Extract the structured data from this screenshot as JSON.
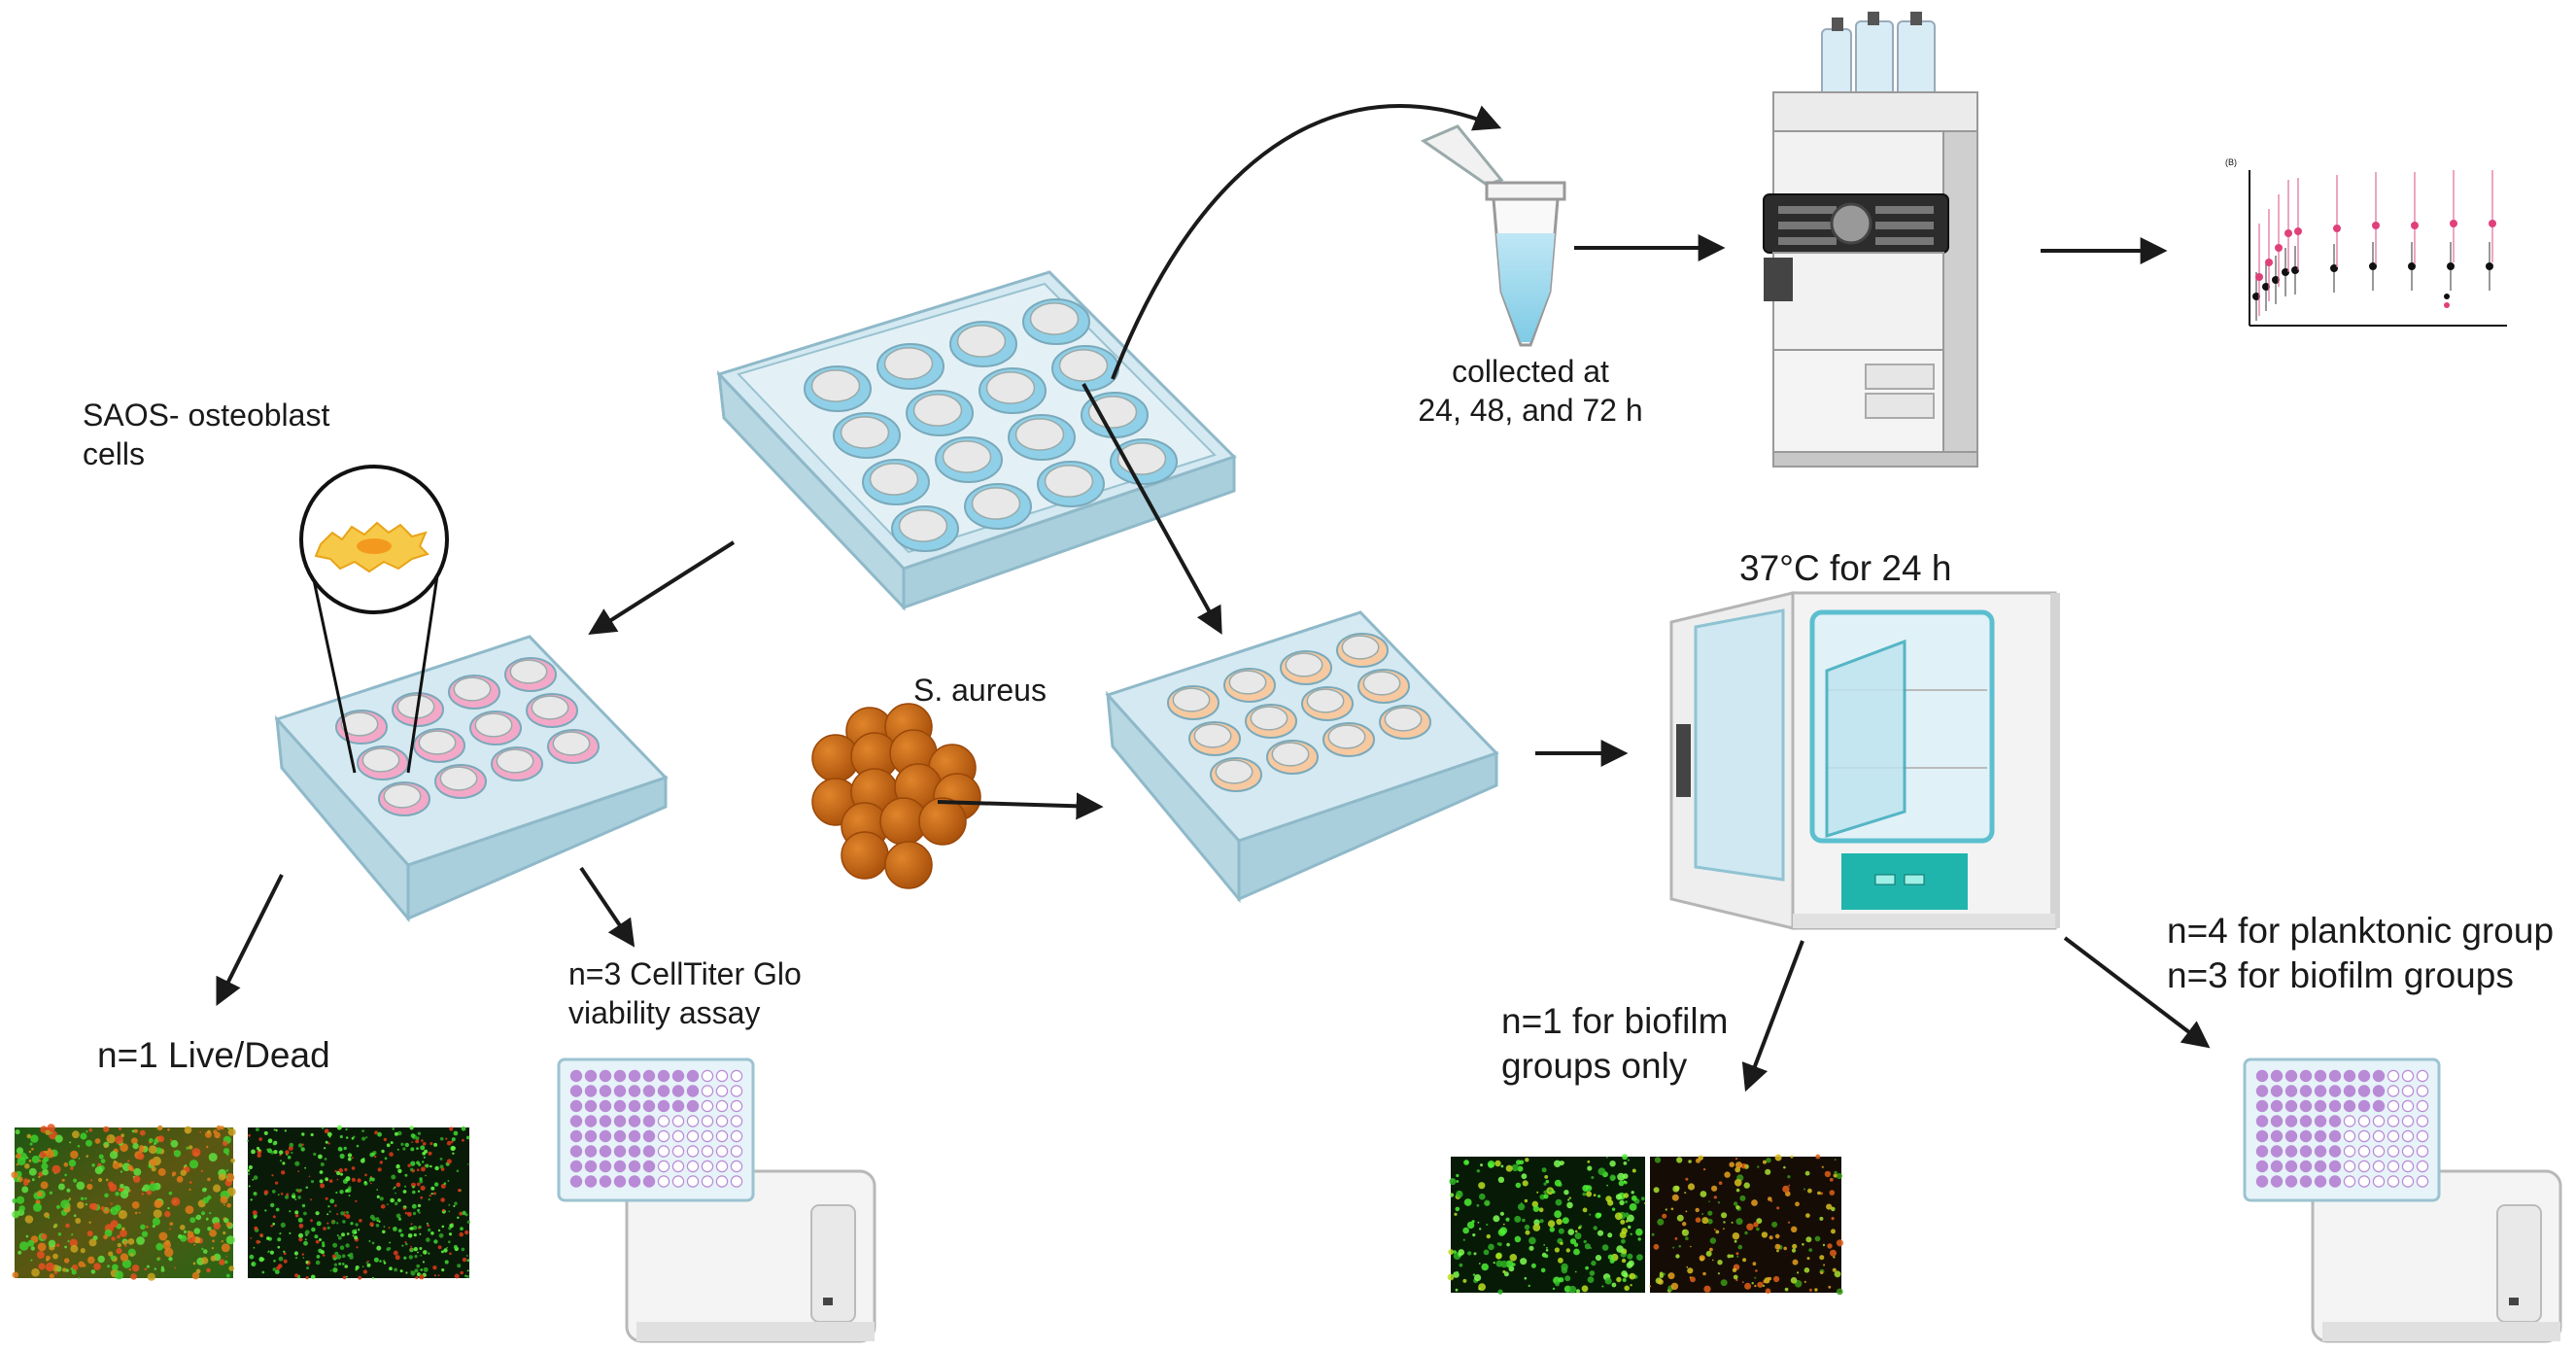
{
  "labels": {
    "saos": [
      "SAOS- osteoblast",
      "cells"
    ],
    "collected": [
      "collected at",
      "24, 48, and 72 h"
    ],
    "incubation": "37°C for 24 h",
    "saureus": "S. aureus",
    "celltiter": [
      "n=3 CellTiter Glo",
      "viability assay"
    ],
    "livedead": "n=1 Live/Dead",
    "biofilm_only": [
      "n=1 for biofilm",
      "groups only"
    ],
    "groups": [
      "n=4 for planktonic group",
      "n=3 for biofilm groups"
    ]
  },
  "colors": {
    "plate": "#cfe6ee",
    "plate_edge": "#8fb9c9",
    "medium_blue": "#8fd0e8",
    "medium_pink": "#f4a8c8",
    "medium_orange": "#f7c9a0",
    "well_bottom": "#e8e8e8",
    "bacteria": "#c8650f",
    "bacteria_dark": "#9a4708",
    "incubator_panel": "#1fb5ad",
    "arrow": "#1a1a1a",
    "series_black": "#111111",
    "series_pink": "#e0407a"
  }
}
